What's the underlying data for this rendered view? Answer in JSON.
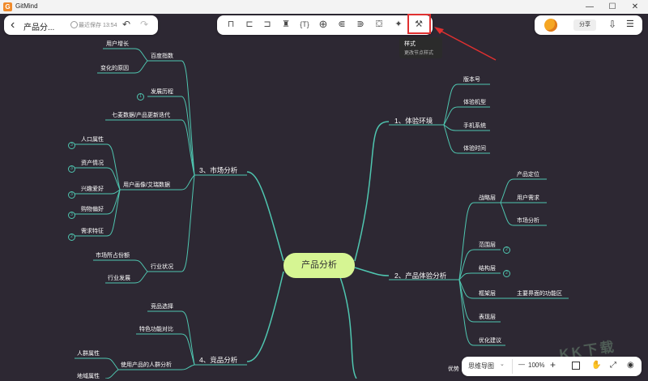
{
  "app": {
    "name": "GitMind",
    "logo_text": "G"
  },
  "window": {
    "minimize": "—",
    "maximize": "☐",
    "close": "✕"
  },
  "header": {
    "back_label": "‹",
    "doc_title": "产品分...",
    "save_status": "最近保存 13:54",
    "undo": "↶",
    "redo": "↷"
  },
  "toolbar": {
    "tools": [
      {
        "name": "insert-parent-icon",
        "glyph": "⊓"
      },
      {
        "name": "insert-child-icon",
        "glyph": "⊏"
      },
      {
        "name": "insert-sibling-icon",
        "glyph": "⊐"
      },
      {
        "name": "format-painter-icon",
        "glyph": "♜"
      },
      {
        "name": "summary-icon",
        "glyph": "{T}"
      },
      {
        "name": "add-icon",
        "glyph": "⊕"
      },
      {
        "name": "relation-icon",
        "glyph": "⋐"
      },
      {
        "name": "outline-icon",
        "glyph": "⋑"
      },
      {
        "name": "image-icon",
        "glyph": "⛋"
      },
      {
        "name": "magic-icon",
        "glyph": "✦"
      },
      {
        "name": "style-icon",
        "glyph": "⚒"
      }
    ],
    "tooltip_title": "样式",
    "tooltip_desc": "更改节点样式"
  },
  "right_header": {
    "share_label": "分享",
    "export_icon": "⇩",
    "more_icon": "☰"
  },
  "mindmap": {
    "root": "产品分析",
    "right": {
      "branch1": {
        "label": "1、体验环境",
        "children": [
          "版本号",
          "体验机型",
          "手机系统",
          "体验时间"
        ]
      },
      "branch2": {
        "label": "2、产品体验分析",
        "strategy": "战略层",
        "strategy_children": [
          "产品定位",
          "用户需求",
          "市场分析"
        ],
        "scope": "范围层",
        "structure": "结构层",
        "framework": "框架层",
        "framework_child": "主要界面的功能区",
        "surface": "表现层",
        "optimize": "优化建议"
      },
      "partial": "优势"
    },
    "left": {
      "branch3": {
        "label": "3、市场分析",
        "baidu": "百度指数",
        "baidu_children": [
          "用户增长",
          "变化的原因"
        ],
        "history": "发展历程",
        "qimai": "七麦数据/产品更新迭代",
        "portrait": "用户画像/艾瑞数据",
        "portrait_children": [
          "人口属性",
          "资产情况",
          "兴趣爱好",
          "购物偏好",
          "需求特征"
        ],
        "industry": "行业状况",
        "industry_children": [
          "市场所占份额",
          "行业发展"
        ]
      },
      "branch4": {
        "label": "4、竞品分析",
        "children": [
          "竞品选择",
          "特色功能对比",
          "使用产品的人群分析"
        ],
        "sub": [
          "人群属性",
          "地域属性"
        ]
      }
    },
    "badges": {
      "one": "1",
      "two": "2",
      "three": "3"
    }
  },
  "bottom": {
    "view_mode": "思维导图",
    "zoom_out": "—",
    "zoom_level": "100%",
    "zoom_in": "+"
  },
  "watermark": "KK下载",
  "colors": {
    "background": "#2d2833",
    "line": "#4fc6b0",
    "root": "#d6f593",
    "highlight": "#e03030"
  }
}
